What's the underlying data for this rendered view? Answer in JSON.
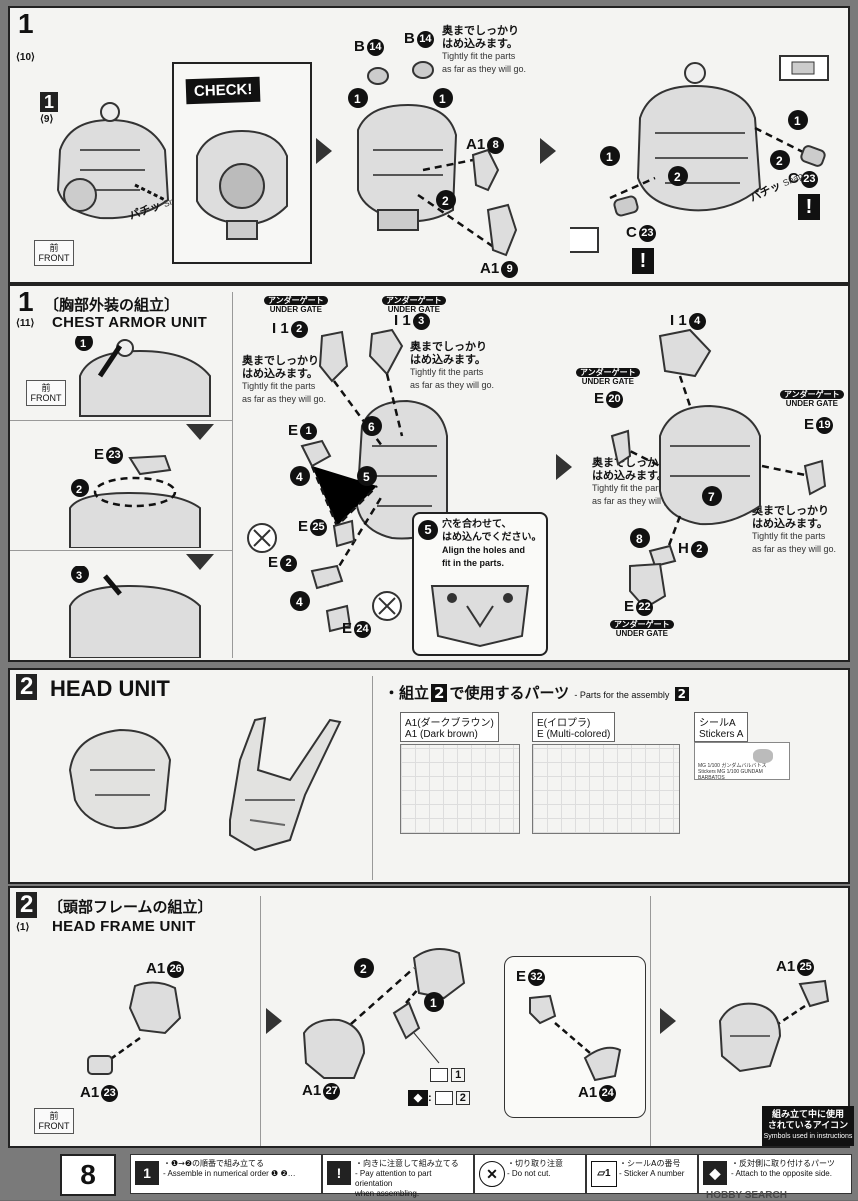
{
  "sec1_top": {
    "step_num": "1",
    "substep": "⟨10⟩",
    "ref_step": "1",
    "ref_sub": "⟨9⟩",
    "check_label": "CHECK!",
    "front_jp": "前",
    "front_en": "FRONT",
    "b14": "B",
    "b14n": "14",
    "note1_jp": "奥までしっかり\nはめ込みます。",
    "note1_en": "Tightly fit the parts\nas far as they will go.",
    "a1_8": "A1",
    "a1_8n": "8",
    "a1_9": "A1",
    "a1_9n": "9",
    "c23": "C",
    "c23n": "23",
    "snap_jp": "パチッ",
    "snap_en": "Snap"
  },
  "sec1_chest": {
    "step_num": "1",
    "title_jp": "〔胸部外装の組立〕",
    "substep": "⟨11⟩",
    "title_en": "CHEST ARMOR UNIT",
    "front_jp": "前",
    "front_en": "FRONT",
    "e23": "E",
    "e23n": "23",
    "ug_jp": "アンダーゲート",
    "ug_en": "UNDER GATE",
    "i1_2": "I 1",
    "i1_2n": "2",
    "i1_3": "I 1",
    "i1_3n": "3",
    "i1_4": "I 1",
    "i1_4n": "4",
    "note_jp": "奥までしっかり\nはめ込みます。",
    "note_en": "Tightly fit the parts\nas far as they will go.",
    "e1": "E",
    "e1n": "1",
    "e25": "E",
    "e25n": "25",
    "e2": "E",
    "e2n": "2",
    "e24": "E",
    "e24n": "24",
    "e20": "E",
    "e20n": "20",
    "e19": "E",
    "e19n": "19",
    "h2": "H",
    "h2n": "2",
    "e22": "E",
    "e22n": "22",
    "hole_jp": "穴を合わせて、\nはめ込んでください。",
    "hole_en": "Align the holes and\nfit in the parts."
  },
  "sec2_head": {
    "step_num": "2",
    "title_en": "HEAD UNIT",
    "parts_jp": "・組立",
    "parts_num": "2",
    "parts_jp2": "で使用するパーツ",
    "parts_en": "- Parts for the assembly",
    "parts_en_num": "2",
    "a1_jp": "A1(ダークブラウン)",
    "a1_en": "A1 (Dark brown)",
    "e_jp": "E(イロプラ)",
    "e_en": "E (Multi-colored)",
    "sticker_jp": "シールA",
    "sticker_en": "Stickers A",
    "sticker_small": "MG 1/100 ガンダムバルバトス\nStickers MG 1/100 GUNDAM BARBATOS"
  },
  "sec2_frame": {
    "step_num": "2",
    "title_jp": "〔頭部フレームの組立〕",
    "substep": "⟨1⟩",
    "title_en": "HEAD FRAME UNIT",
    "a1_26": "A1",
    "a1_26n": "26",
    "a1_23": "A1",
    "a1_23n": "23",
    "a1_27": "A1",
    "a1_27n": "27",
    "e32": "E",
    "e32n": "32",
    "a1_24": "A1",
    "a1_24n": "24",
    "a1_25": "A1",
    "a1_25n": "25",
    "sticker1": "1",
    "sticker2": "2",
    "front_jp": "前",
    "front_en": "FRONT",
    "symbols_jp": "組み立て中に使用\nされているアイコン",
    "symbols_en": "Symbols used in instructions"
  },
  "footer": {
    "page": "8",
    "leg1_jp": "・❶→❷の順番で組み立てる",
    "leg1_en": "- Assemble in numerical order ❶ ❷…",
    "leg2_jp": "・向きに注意して組み立てる",
    "leg2_en": "- Pay attention to part orientation\nwhen assembling.",
    "leg3_jp": "・切り取り注意",
    "leg3_en": "- Do not cut.",
    "leg4_jp": "・シールAの番号",
    "leg4_en": "- Sticker A number",
    "leg5_jp": "・反対側に取り付けるパーツ",
    "leg5_en": "- Attach to the opposite side.",
    "watermark": "HOBBY SEARCH"
  },
  "colors": {
    "panel": "#f4f4f2",
    "ink": "#111111",
    "background": "#7a7a7a"
  }
}
